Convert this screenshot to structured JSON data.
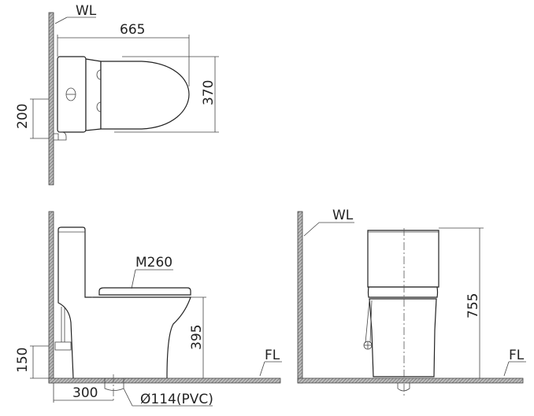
{
  "drawing": {
    "top_view": {
      "wall_label": "WL",
      "dim_length": "665",
      "dim_width": "370",
      "dim_supply_height": "200"
    },
    "side_view": {
      "seat_model": "M260",
      "dim_seat_height": "395",
      "dim_supply_height": "150",
      "dim_rough_in": "300",
      "drain_label": "Ø114(PVC)",
      "floor_label": "FL"
    },
    "front_view": {
      "wall_label": "WL",
      "dim_total_height": "755",
      "floor_label": "FL"
    }
  }
}
